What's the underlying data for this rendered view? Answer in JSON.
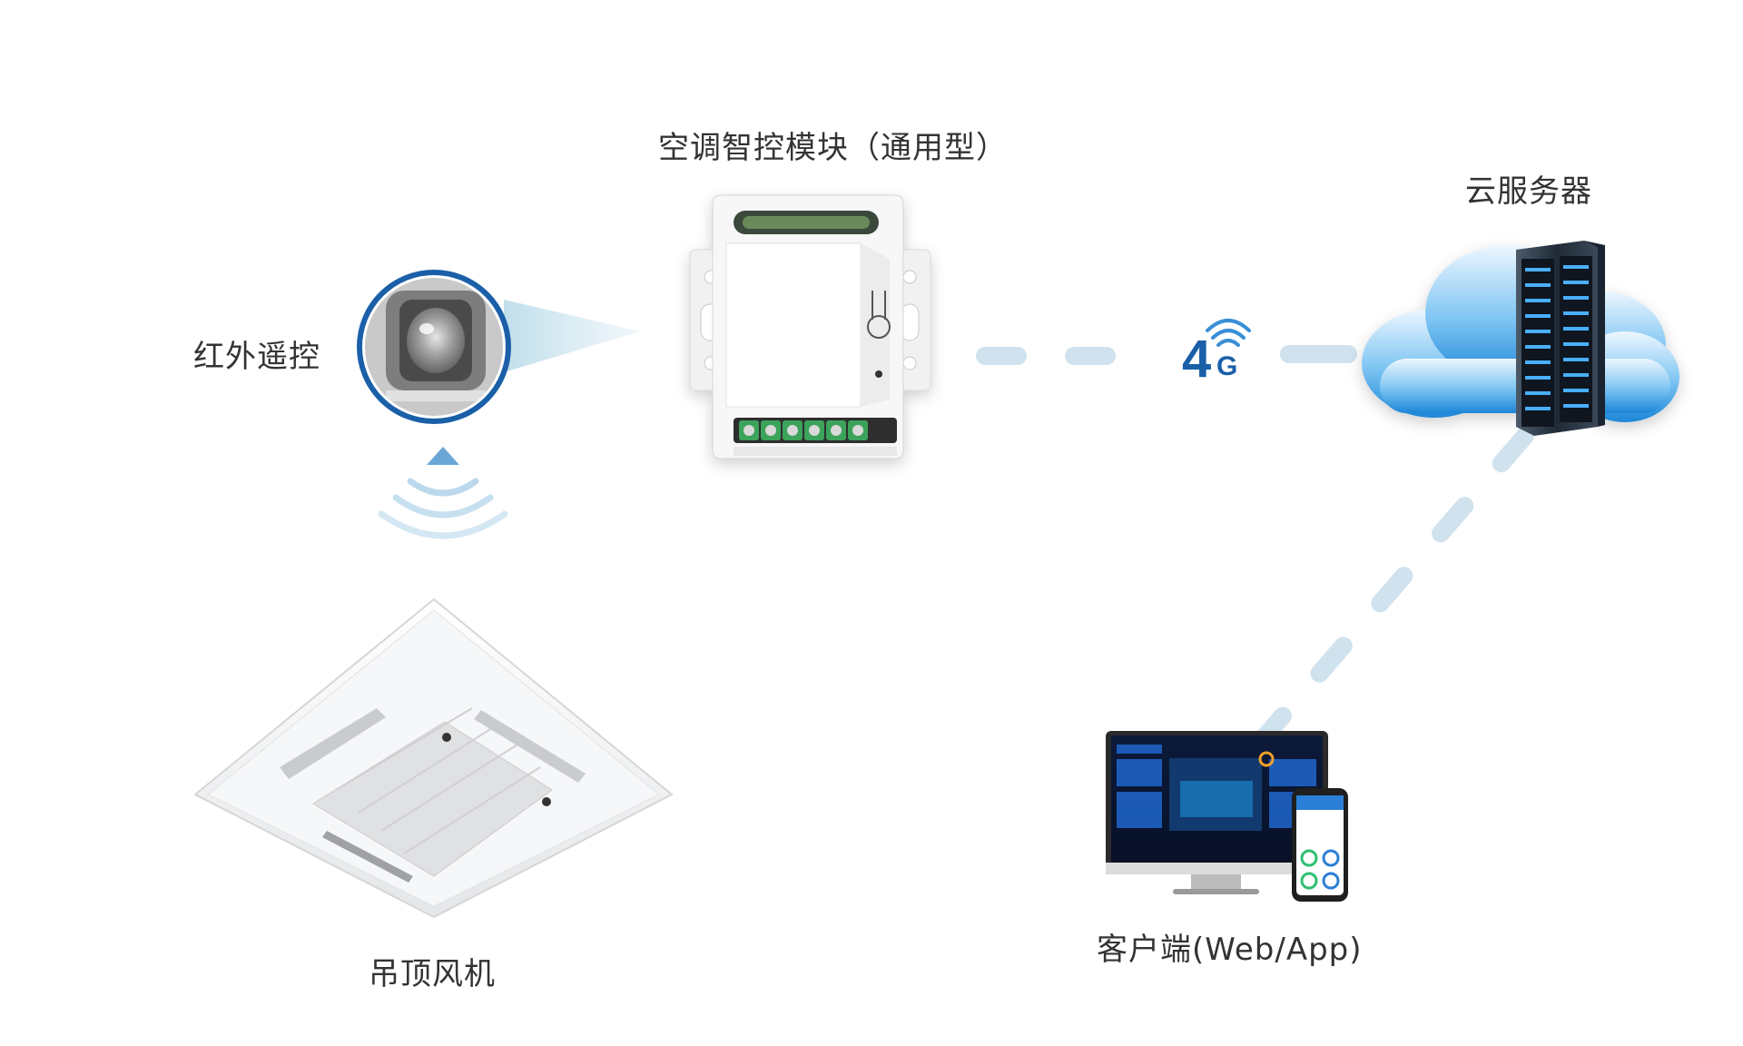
{
  "labels": {
    "module": "空调智控模块（通用型）",
    "ir_remote": "红外遥控",
    "cloud_server": "云服务器",
    "fan": "吊顶风机",
    "client": "客户端(Web/App)"
  },
  "network_badge": {
    "number": "4",
    "letter": "G"
  },
  "colors": {
    "text": "#333333",
    "accent_blue": "#1a5fa8",
    "dash": "#d0e2ee"
  }
}
